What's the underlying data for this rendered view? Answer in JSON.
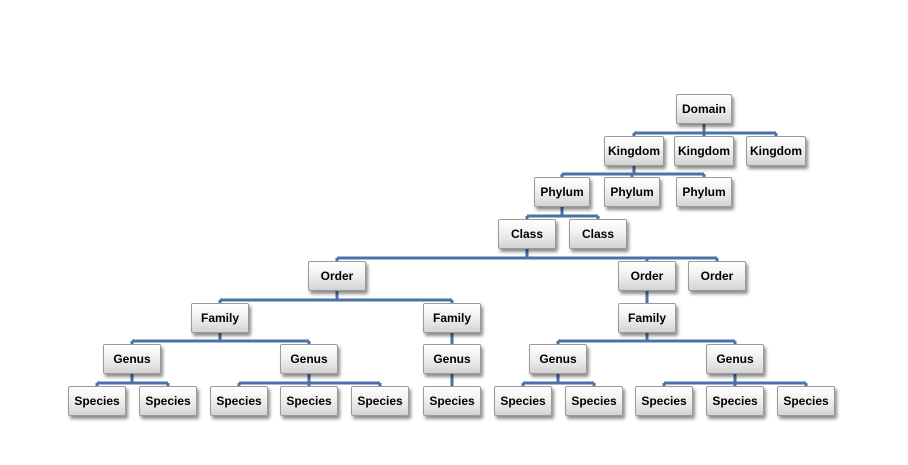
{
  "colors": {
    "connector": "#4a72a8"
  },
  "nodes": [
    {
      "id": "domain",
      "label": "Domain"
    },
    {
      "id": "kingdom1",
      "label": "Kingdom"
    },
    {
      "id": "kingdom2",
      "label": "Kingdom"
    },
    {
      "id": "kingdom3",
      "label": "Kingdom"
    },
    {
      "id": "phylum1",
      "label": "Phylum"
    },
    {
      "id": "phylum2",
      "label": "Phylum"
    },
    {
      "id": "phylum3",
      "label": "Phylum"
    },
    {
      "id": "class1",
      "label": "Class"
    },
    {
      "id": "class2",
      "label": "Class"
    },
    {
      "id": "order1",
      "label": "Order"
    },
    {
      "id": "order2",
      "label": "Order"
    },
    {
      "id": "order3",
      "label": "Order"
    },
    {
      "id": "family1",
      "label": "Family"
    },
    {
      "id": "family2",
      "label": "Family"
    },
    {
      "id": "family3",
      "label": "Family"
    },
    {
      "id": "genus1",
      "label": "Genus"
    },
    {
      "id": "genus2",
      "label": "Genus"
    },
    {
      "id": "genus3",
      "label": "Genus"
    },
    {
      "id": "genus4",
      "label": "Genus"
    },
    {
      "id": "genus5",
      "label": "Genus"
    },
    {
      "id": "species1",
      "label": "Species"
    },
    {
      "id": "species2",
      "label": "Species"
    },
    {
      "id": "species3",
      "label": "Species"
    },
    {
      "id": "species4",
      "label": "Species"
    },
    {
      "id": "species5",
      "label": "Species"
    },
    {
      "id": "species6",
      "label": "Species"
    },
    {
      "id": "species7",
      "label": "Species"
    },
    {
      "id": "species8",
      "label": "Species"
    },
    {
      "id": "species9",
      "label": "Species"
    },
    {
      "id": "species10",
      "label": "Species"
    },
    {
      "id": "species11",
      "label": "Species"
    }
  ],
  "edges": [
    [
      "domain",
      "kingdom1"
    ],
    [
      "domain",
      "kingdom2"
    ],
    [
      "domain",
      "kingdom3"
    ],
    [
      "kingdom1",
      "phylum1"
    ],
    [
      "kingdom1",
      "phylum2"
    ],
    [
      "kingdom1",
      "phylum3"
    ],
    [
      "phylum1",
      "class1"
    ],
    [
      "phylum1",
      "class2"
    ],
    [
      "class1",
      "order1"
    ],
    [
      "class1",
      "order2"
    ],
    [
      "class1",
      "order3"
    ],
    [
      "order1",
      "family1"
    ],
    [
      "order1",
      "family2"
    ],
    [
      "order2",
      "family3"
    ],
    [
      "family1",
      "genus1"
    ],
    [
      "family1",
      "genus2"
    ],
    [
      "family2",
      "genus3"
    ],
    [
      "family3",
      "genus4"
    ],
    [
      "family3",
      "genus5"
    ],
    [
      "genus1",
      "species1"
    ],
    [
      "genus1",
      "species2"
    ],
    [
      "genus2",
      "species3"
    ],
    [
      "genus2",
      "species4"
    ],
    [
      "genus2",
      "species5"
    ],
    [
      "genus3",
      "species6"
    ],
    [
      "genus4",
      "species7"
    ],
    [
      "genus4",
      "species8"
    ],
    [
      "genus5",
      "species9"
    ],
    [
      "genus5",
      "species10"
    ],
    [
      "genus5",
      "species11"
    ]
  ]
}
